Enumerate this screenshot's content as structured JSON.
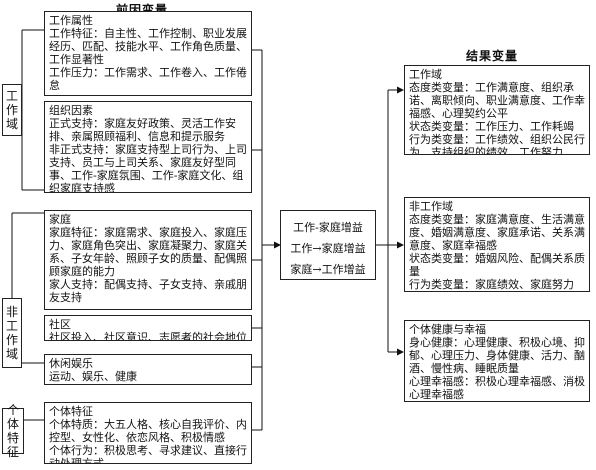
{
  "headers": {
    "antecedent": "前因变量",
    "outcome": "结果变量"
  },
  "side_labels": {
    "work_domain": "工作域",
    "nonwork_domain": "非工作域",
    "individual": "个体特征"
  },
  "boxes": {
    "work_attributes": {
      "lines": [
        "工作属性",
        "工作特征：自主性、工作控制、职业发展经历、匹配、技能水平、工作角色质量、工作显著性",
        "工作压力：工作需求、工作卷入、工作倦怠"
      ]
    },
    "org_factors": {
      "lines": [
        "组织因素",
        "正式支持：家庭友好政策、灵活工作安排、亲属照顾福利、信息和提示服务",
        "非正式支持：家庭支持型上司行为、上司支持、员工与上司关系、家庭友好型同事、工作-家庭氛围、工作-家庭文化、组织家庭支持感"
      ]
    },
    "family": {
      "lines": [
        "家庭",
        "家庭特征：家庭需求、家庭投入、家庭压力、家庭角色突出、家庭凝聚力、家庭关系、子女年龄、照顾子女的质量、配偶照顾家庭的能力",
        "家人支持：配偶支持、子女支持、亲戚朋友支持"
      ]
    },
    "community": {
      "lines": [
        "社区",
        "社区投入、社区意识、志愿者的社会地位"
      ]
    },
    "leisure": {
      "lines": [
        "休闲娱乐",
        "运动、娱乐、健康"
      ]
    },
    "individual_traits": {
      "lines": [
        "个体特征",
        "个体特质：大五人格、核心自我评价、内控型、女性化、依恋风格、积极情感",
        "个体行为：积极思考、寻求建议、直接行动处理方式"
      ]
    },
    "center": {
      "lines": [
        "工作-家庭增益",
        "工作→家庭增益",
        "家庭→工作增益"
      ]
    },
    "outcome_work": {
      "lines": [
        "工作域",
        "态度类变量：工作满意度、组织承诺、离职倾向、职业满意度、工作幸福感、心理契约公平",
        "状态类变量：工作压力、工作耗竭",
        "行为类变量：工作绩效、组织公民行为、支持组织的绩效、工作努力"
      ]
    },
    "outcome_nonwork": {
      "lines": [
        "非工作域",
        "态度类变量：家庭满意度、生活满意度、婚姻满意度、家庭承诺、关系满意度、家庭幸福感",
        "状态类变量：婚姻风险、配偶关系质量",
        "行为类变量：家庭绩效、家庭努力"
      ]
    },
    "outcome_health": {
      "lines": [
        "个体健康与幸福",
        "身心健康：心理健康、积极心境、抑郁、心理压力、身体健康、活力、酗酒、慢性病、睡眠质量",
        "心理幸福感：积极心理幸福感、消极心理幸福感"
      ]
    }
  }
}
